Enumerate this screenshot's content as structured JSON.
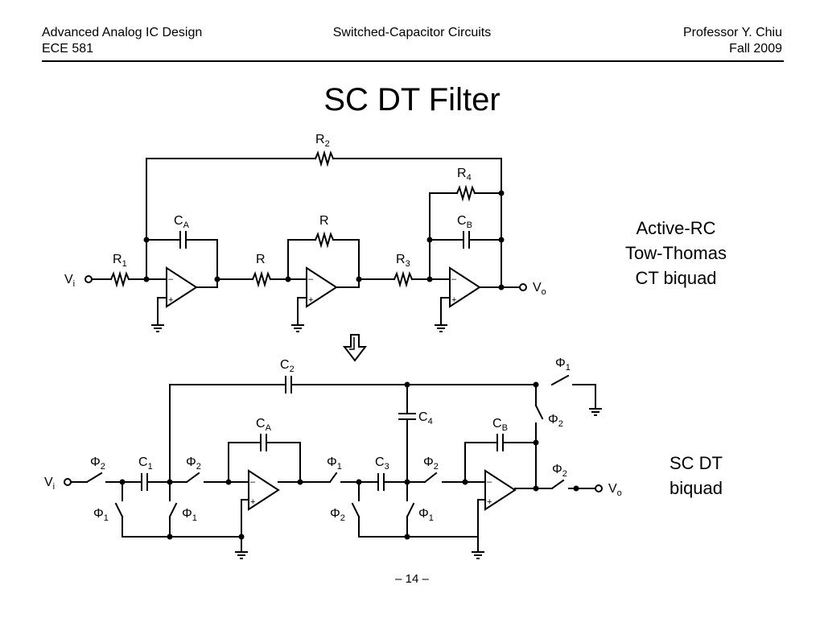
{
  "header": {
    "left_line1": "Advanced Analog IC Design",
    "left_line2": "ECE 581",
    "center": "Switched-Capacitor Circuits",
    "right_line1": "Professor Y. Chiu",
    "right_line2": "Fall 2009"
  },
  "title": "SC DT Filter",
  "ct_caption": [
    "Active-RC",
    "Tow-Thomas",
    "CT biquad"
  ],
  "dt_caption": [
    "SC DT",
    "biquad"
  ],
  "footer": "– 14 –",
  "top_labels": {
    "r2": {
      "base": "R",
      "sub": "2"
    },
    "r4": {
      "base": "R",
      "sub": "4"
    },
    "ca": {
      "base": "C",
      "sub": "A"
    },
    "r_fb": {
      "base": "R",
      "sub": ""
    },
    "cb": {
      "base": "C",
      "sub": "B"
    },
    "r1": {
      "base": "R",
      "sub": "1"
    },
    "r_mid": {
      "base": "R",
      "sub": ""
    },
    "r3": {
      "base": "R",
      "sub": "3"
    },
    "vi": {
      "base": "V",
      "sub": "i"
    },
    "vo": {
      "base": "V",
      "sub": "o"
    }
  },
  "bottom_labels": {
    "c2": {
      "base": "C",
      "sub": "2"
    },
    "phi1_top": {
      "base": "Φ",
      "sub": "1"
    },
    "phi2_right": {
      "base": "Φ",
      "sub": "2"
    },
    "c4": {
      "base": "C",
      "sub": "4"
    },
    "ca": {
      "base": "C",
      "sub": "A"
    },
    "cb": {
      "base": "C",
      "sub": "B"
    },
    "phi2_in": {
      "base": "Φ",
      "sub": "2"
    },
    "c1": {
      "base": "C",
      "sub": "1"
    },
    "phi2_after_c1": {
      "base": "Φ",
      "sub": "2"
    },
    "phi1_after_op1": {
      "base": "Φ",
      "sub": "1"
    },
    "c3": {
      "base": "C",
      "sub": "3"
    },
    "phi2_after_c3": {
      "base": "Φ",
      "sub": "2"
    },
    "phi2_out": {
      "base": "Φ",
      "sub": "2"
    },
    "phi1_in_shunt": {
      "base": "Φ",
      "sub": "1"
    },
    "phi1_c1_shunt": {
      "base": "Φ",
      "sub": "1"
    },
    "phi2_op1_shunt": {
      "base": "Φ",
      "sub": "2"
    },
    "phi1_c3_shunt": {
      "base": "Φ",
      "sub": "1"
    },
    "vi": {
      "base": "V",
      "sub": "i"
    },
    "vo": {
      "base": "V",
      "sub": "o"
    }
  }
}
